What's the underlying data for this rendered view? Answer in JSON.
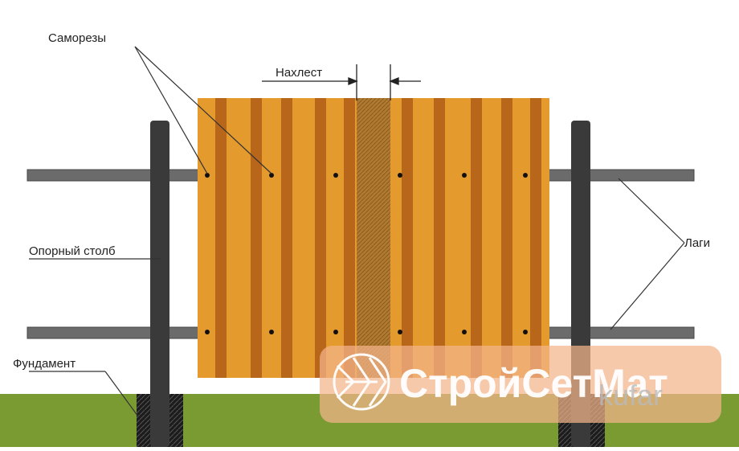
{
  "labels": {
    "screws": "Саморезы",
    "overlap": "Нахлест",
    "post": "Опорный столб",
    "rails": "Лаги",
    "foundation": "Фундамент"
  },
  "watermark": {
    "brand": "СтройСетМат",
    "site": "kufar"
  },
  "colors": {
    "sheet": "#e59a2e",
    "sheet_rib": "#b8661a",
    "overlap": "#a0702c",
    "post": "#3a3a3a",
    "rail": "#6b6b6b",
    "ground": "#7a9a32",
    "leader": "#333333",
    "watermark_bg": "#f4b48a"
  }
}
